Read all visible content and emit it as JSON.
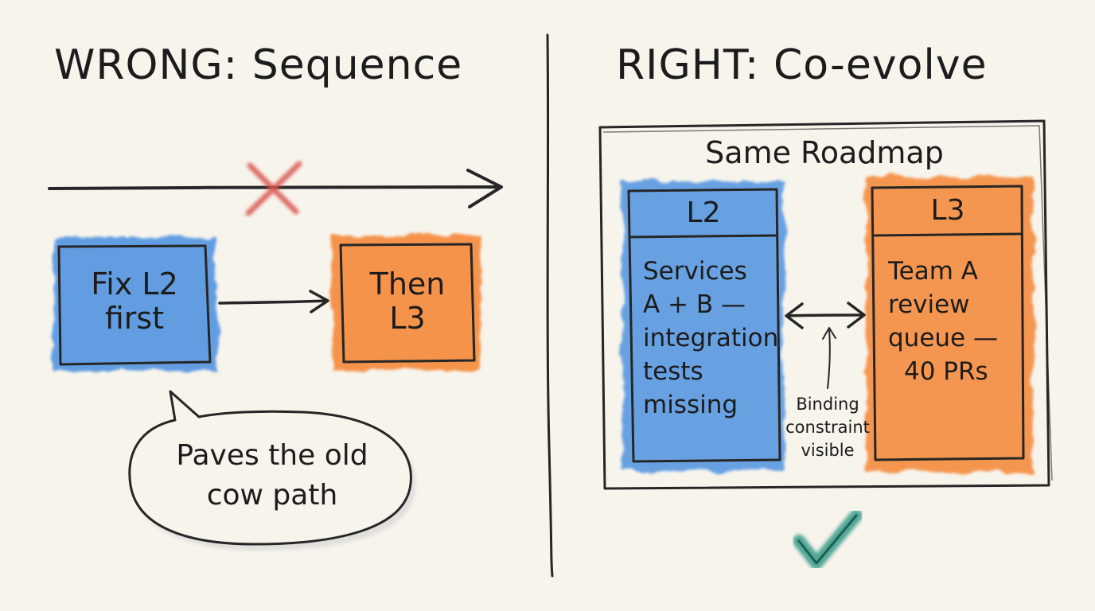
{
  "wrong": {
    "heading": "WRONG: Sequence",
    "box_1": [
      "Fix L2",
      "first"
    ],
    "box_2": [
      "Then",
      "L3"
    ],
    "bubble": [
      "Paves the old",
      "cow path"
    ],
    "colors": {
      "blue": "#4a8fe0",
      "orange": "#f58634",
      "cross": "#d9534f"
    },
    "icons": [
      "timeline-arrow-icon",
      "cross-icon",
      "sequence-arrow-icon",
      "speech-bubble-icon"
    ]
  },
  "right": {
    "heading": "RIGHT: Co-evolve",
    "roadmap_title": "Same Roadmap",
    "left_column": {
      "title": "L2",
      "body": [
        "Services",
        "A + B —",
        "integration",
        "tests",
        "missing"
      ]
    },
    "right_column": {
      "title": "L3",
      "body": [
        "Team A",
        "review",
        "queue —",
        "40 PRs"
      ]
    },
    "annotation": [
      "Binding",
      "constraint",
      "visible"
    ],
    "colors": {
      "blue": "#4a8fe0",
      "orange": "#f58634",
      "check": "#1f8e7a"
    },
    "icons": [
      "double-arrow-icon",
      "pointer-arrow-icon",
      "checkmark-icon"
    ]
  }
}
